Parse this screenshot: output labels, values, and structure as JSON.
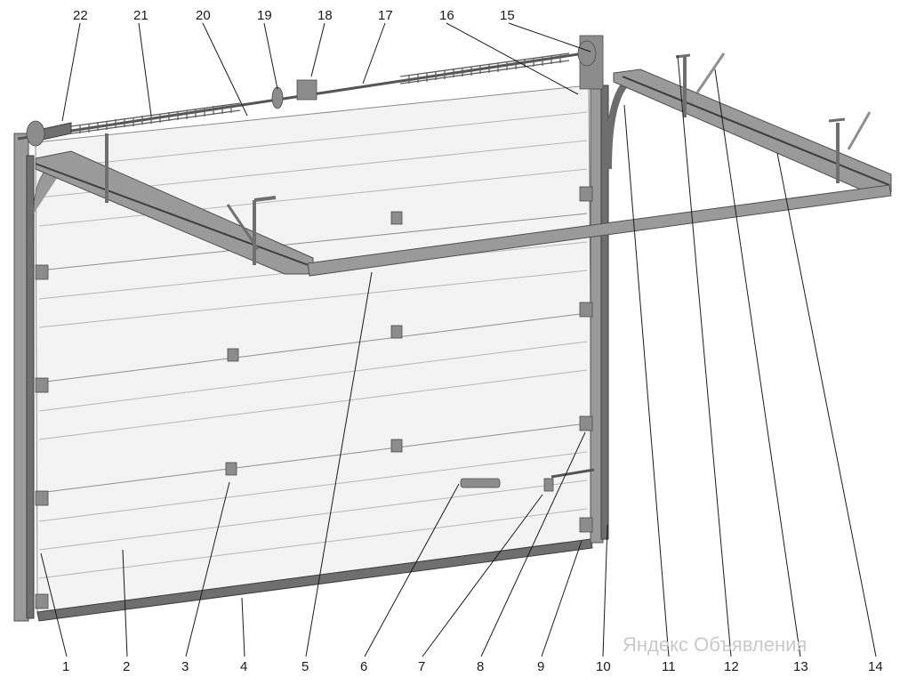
{
  "callouts_bottom": [
    "1",
    "2",
    "3",
    "4",
    "5",
    "6",
    "7",
    "8",
    "9",
    "10",
    "11",
    "12",
    "13",
    "14"
  ],
  "callouts_top": [
    "22",
    "21",
    "20",
    "19",
    "18",
    "17",
    "16",
    "15"
  ],
  "watermark": "Яндекс Объявления",
  "colors": {
    "panel": "#f3f3f3",
    "steel": "#9a9a9a",
    "dark_steel": "#3d3d3d",
    "line": "#1a1a1a"
  }
}
